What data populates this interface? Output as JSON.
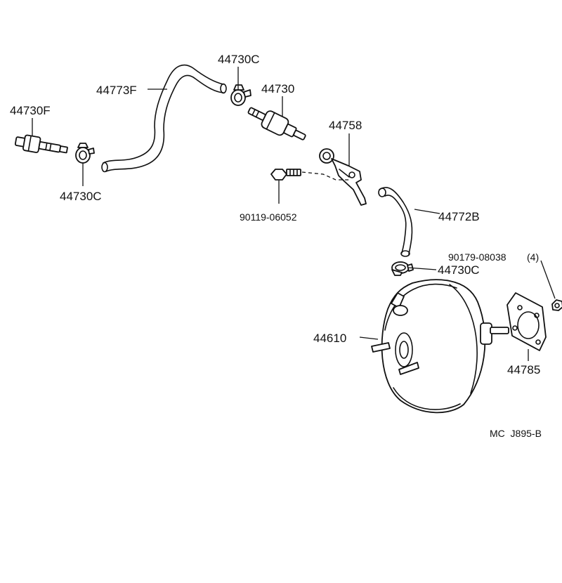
{
  "parts": {
    "p44730F": "44730F",
    "p44773F": "44773F",
    "p44730C_top": "44730C",
    "p44730": "44730",
    "p44730C_left": "44730C",
    "p44758": "44758",
    "p90119": "90119-06052",
    "p44772B": "44772B",
    "p90179": "90179-08038",
    "p90179_qty": "(4)",
    "p44730C_mid": "44730C",
    "p44610": "44610",
    "p44785": "44785"
  },
  "footer": {
    "code": "MC  J895-B"
  }
}
